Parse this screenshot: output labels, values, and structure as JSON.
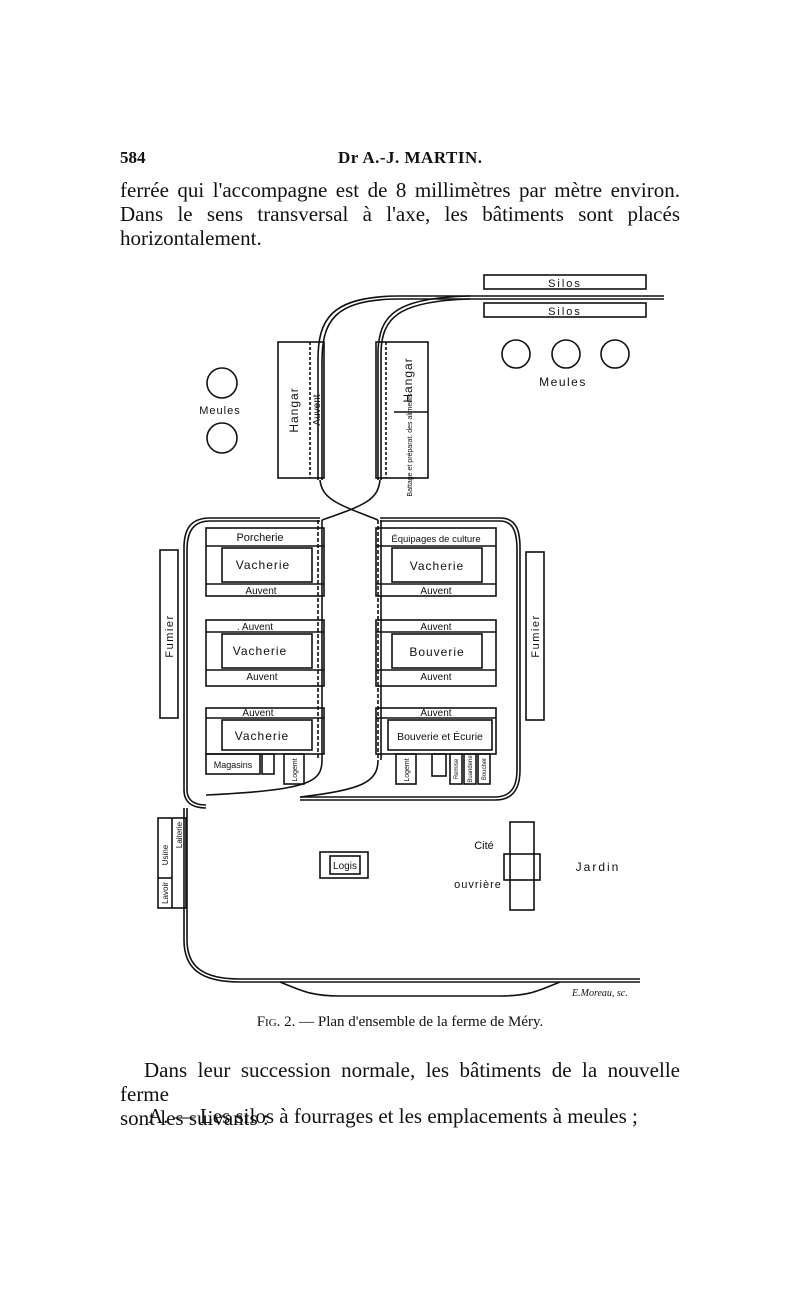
{
  "header": {
    "page_number": "584",
    "author": "Dr A.-J. MARTIN."
  },
  "paragraph1": {
    "line1": "ferrée qui l'accompagne est de 8 millimètres par mètre environ.",
    "rest": "Dans le sens transversal à l'axe, les bâtiments sont placés horizontalement."
  },
  "figure": {
    "labels": {
      "silos_1": "Silos",
      "silos_2": "Silos",
      "meules_right": "Meules",
      "meules_left": "Meules",
      "hangar_left": "Hangar",
      "hangar_right": "Hangar",
      "auvent_hangar": "Auvent",
      "battage": "Battage et préparat. des aliments",
      "porcherie": "Porcherie",
      "vacherie_1": "Vacherie",
      "auvent_1": "Auvent",
      "auvent_2": ". Auvent",
      "vacherie_2": "Vacherie",
      "auvent_3": "Auvent",
      "auvent_4": "Auvent",
      "vacherie_3": "Vacherie",
      "magasins": "Magasins",
      "logement_left": "Logemt",
      "equipages": "Équipages de culture",
      "vacherie_4": "Vacherie",
      "auvent_5": "Auvent",
      "auvent_6": "Auvent",
      "bouverie_1": "Bouverie",
      "auvent_7": "Auvent",
      "auvent_8": "Auvent",
      "bouverie_ecurie": "Bouverie et Écurie",
      "logement_right": "Logemt",
      "remise": "Remise",
      "buanderie": "Buanderie",
      "boucher": "Boucher",
      "fumier_left": "Fumier",
      "fumier_right": "Fumier",
      "lavoir": "Lavoir",
      "usine": "Usine",
      "laiterie": "Laiterie",
      "logis": "Logis",
      "cite": "Cité",
      "ouvriere": "ouvrière",
      "jardin": "Jardin"
    },
    "engraver": "E.Moreau, sc.",
    "caption_prefix": "Fig. 2. —",
    "caption_text": "Plan d'ensemble de la ferme de Méry."
  },
  "paragraph2": {
    "line1": "Dans leur succession normale, les bâtiments de la nouvelle ferme",
    "rest": "sont les suivants :"
  },
  "item_a": "A. — Les silos à fourrages et les emplacements à meules ;"
}
